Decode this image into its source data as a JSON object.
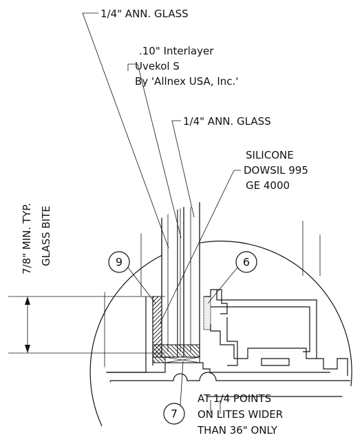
{
  "labels": {
    "glass_outer": "1/4\" ANN. GLASS",
    "interlayer_1": ".10\" Interlayer",
    "interlayer_2": "Uvekol S",
    "interlayer_3": "By 'Allnex USA, Inc.'",
    "glass_inner": "1/4\" ANN. GLASS",
    "silicone_1": "SILICONE",
    "silicone_2": "DOWSIL 995",
    "silicone_3": "GE 4000",
    "bite_1": "7/8\" MIN. TYP.",
    "bite_2": "GLASS BITE",
    "note_1": "AT 1/4 POINTS",
    "note_2": "ON LITES WIDER",
    "note_3": "THAN 36\" ONLY"
  },
  "callouts": {
    "c9": "9",
    "c6": "6",
    "c7": "7"
  }
}
